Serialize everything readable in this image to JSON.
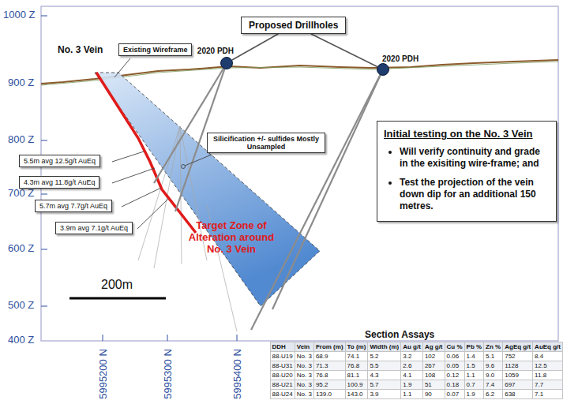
{
  "diagram": {
    "nodes": [
      {
        "text": [
          "Proposed Drillholes"
        ]
      },
      {
        "text": [
          "2020 PDH"
        ]
      },
      {
        "text": [
          "2020 PDH"
        ]
      },
      {
        "text": [
          "Existing Wireframe"
        ]
      },
      {
        "text": [
          "Silicification +/- sulfides Mostly Unsampled"
        ]
      },
      {
        "text": [
          "5.5m avg 12.5g/t AuEq"
        ]
      },
      {
        "text": [
          "4.3m avg 11.8g/t AuEq"
        ]
      },
      {
        "text": [
          "5.7m avg 7.7g/t AuEq"
        ]
      },
      {
        "text": [
          "3.9m avg 7.1g/t AuEq"
        ]
      },
      {
        "text": [
          "Initial testing on the No. 3 Vein",
          "Will verify continuity and grade in the exisiting wire-frame; and",
          "Test the projection of the vein down dip for an additional 150 metres."
        ]
      }
    ],
    "edges": [
      {
        "from": 0,
        "to": 1,
        "arrow": "none"
      },
      {
        "from": 0,
        "to": 2,
        "arrow": "none"
      }
    ],
    "labels": [
      "1000 Z",
      "900 Z",
      "800 Z",
      "700 Z",
      "600 Z",
      "500 Z",
      "400 Z",
      "5995200 N",
      "5995300 N",
      "5995400 N",
      "No. 3 Vein",
      "Target Zone of Alteration around No. 3 Vein",
      "200m",
      "Section Assays",
      "DDH",
      "Vein",
      "From (m)",
      "To (m)",
      "Width (m)",
      "Au g/t",
      "Ag g/t",
      "Cu %",
      "Pb %",
      "Zn %",
      "AgEq g/t",
      "AuEq g/t",
      "88-U19",
      "No. 3",
      "68.9",
      "74.1",
      "5.2",
      "3.2",
      "102",
      "0.06",
      "1.4",
      "5.1",
      "752",
      "8.4",
      "88-U31",
      "No. 3",
      "71.3",
      "76.8",
      "5.5",
      "2.6",
      "267",
      "0.05",
      "1.5",
      "9.6",
      "1128",
      "12.5",
      "88-U20",
      "No. 3",
      "76.8",
      "81.1",
      "4.3",
      "4.1",
      "108",
      "0.12",
      "1.1",
      "9.0",
      "1059",
      "11.8",
      "88-U21",
      "No. 3",
      "95.2",
      "100.9",
      "5.7",
      "1.9",
      "51",
      "0.18",
      "0.7",
      "7.4",
      "697",
      "7.7",
      "88-U24",
      "No. 3",
      "139.0",
      "143.0",
      "3.9",
      "1.1",
      "90",
      "0.07",
      "1.9",
      "6.2",
      "638",
      "7.1"
    ]
  }
}
